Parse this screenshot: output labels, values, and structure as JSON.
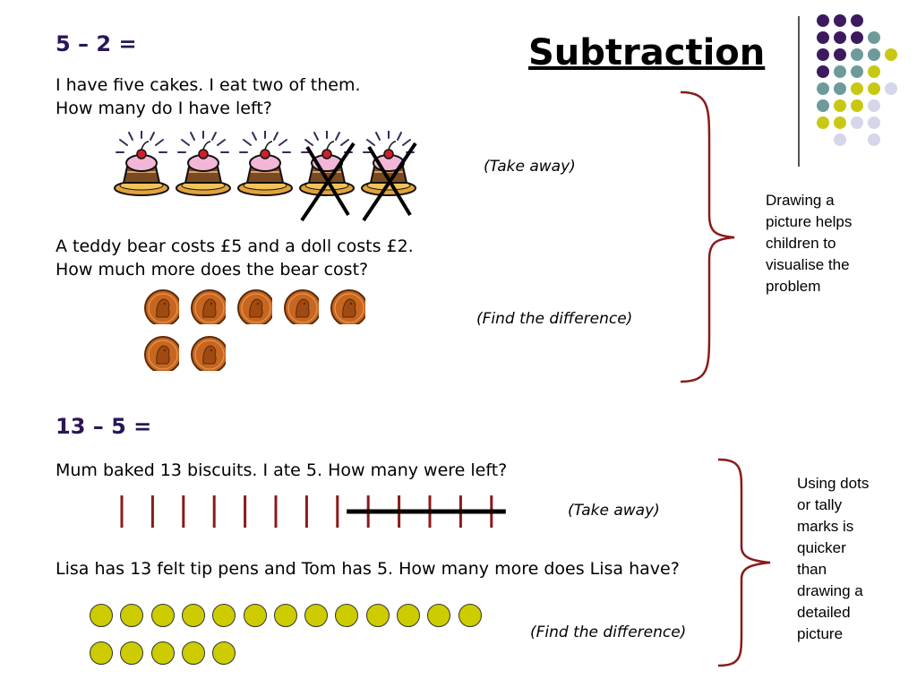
{
  "slide": {
    "title": "Subtraction",
    "section1": {
      "equation": "5 – 2 =",
      "problem1_line1": "I have five cakes.  I eat two of them.",
      "problem1_line2": "How many do I have left?",
      "note1": "(Take away)",
      "problem2_line1": "A teddy bear costs £5 and a doll costs £2.",
      "problem2_line2": "How much more does the bear cost?",
      "note2": "(Find the difference)",
      "side_note": [
        "Drawing a",
        "picture helps",
        "children to",
        "visualise the",
        "problem"
      ],
      "cakes_total": 5,
      "cakes_crossed": 2,
      "coins_total": 7
    },
    "section2": {
      "equation": "13 – 5 =",
      "problem1": "Mum baked 13 biscuits. I ate 5.  How many were left?",
      "note1": "(Take away)",
      "problem2": "Lisa has 13 felt tip pens and Tom has 5. How many more does Lisa have?",
      "note2": "(Find the difference)",
      "side_note": [
        "Using dots",
        "or tally",
        "marks is",
        "quicker",
        "than",
        "drawing a",
        "detailed",
        "picture"
      ],
      "tally_total": 13,
      "tally_crossed": 5,
      "dots_row1": 13,
      "dots_row2": 5
    }
  },
  "colors": {
    "heading": "#2a1656",
    "brace": "#8b1a1a",
    "tally": "#8b1a1a",
    "dot": "#cccc00",
    "purple": "#3d1a5e",
    "teal": "#6f9a9a",
    "olive": "#c8c814",
    "lavender": "#d6d6ea"
  },
  "decor": {
    "dot_grid": [
      [
        "purple",
        "purple",
        "purple",
        "none",
        "none"
      ],
      [
        "purple",
        "purple",
        "purple",
        "teal",
        "none"
      ],
      [
        "purple",
        "purple",
        "teal",
        "teal",
        "olive"
      ],
      [
        "purple",
        "teal",
        "teal",
        "olive",
        "none"
      ],
      [
        "teal",
        "teal",
        "olive",
        "olive",
        "lavender"
      ],
      [
        "teal",
        "olive",
        "olive",
        "lavender",
        "none"
      ],
      [
        "olive",
        "olive",
        "lavender",
        "lavender",
        "none"
      ],
      [
        "none",
        "lavender",
        "none",
        "lavender",
        "none"
      ]
    ]
  }
}
